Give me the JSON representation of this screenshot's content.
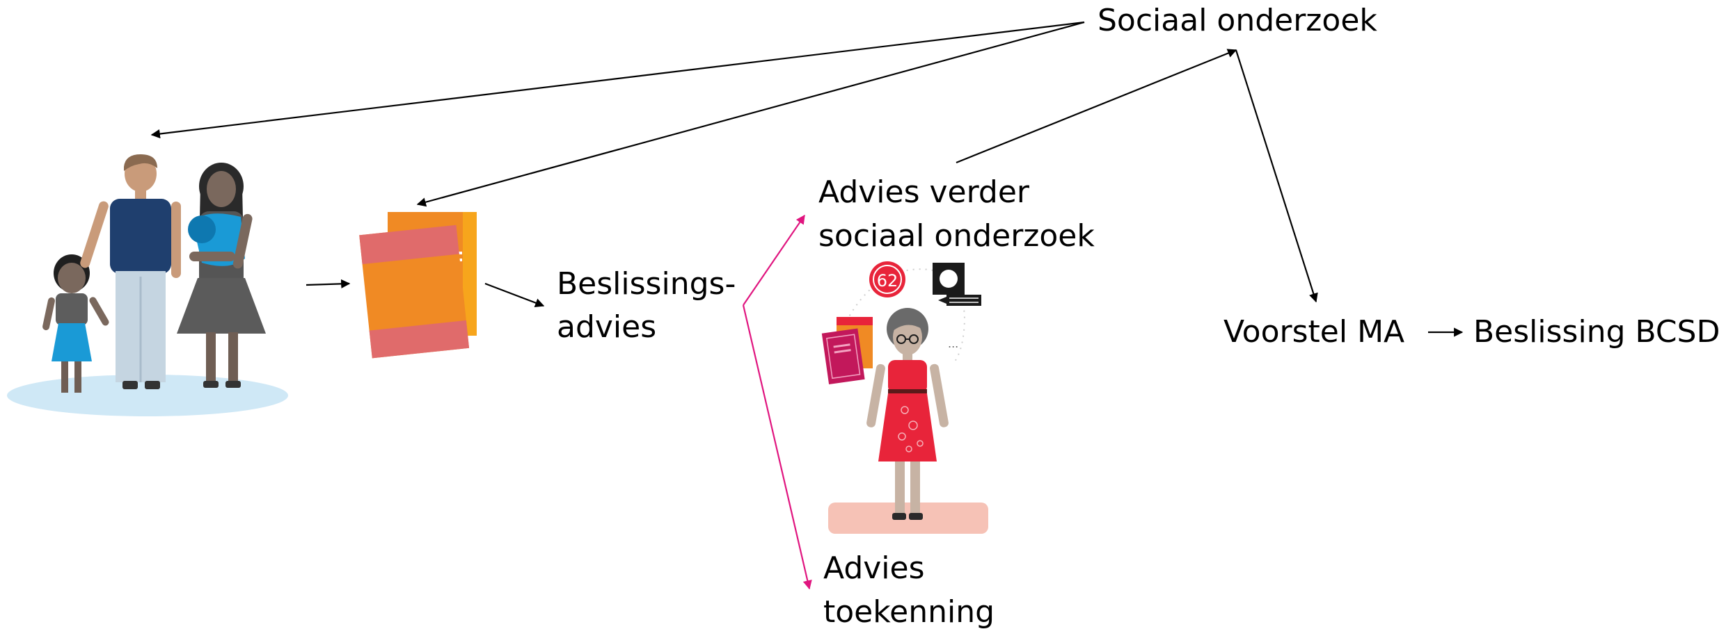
{
  "diagram": {
    "nodes": {
      "sociaal_onderzoek": "Sociaal onderzoek",
      "beslissingsadvies_line1": "Beslissings-",
      "beslissingsadvies_line2": "advies",
      "advies_verder_line1": "Advies verder",
      "advies_verder_line2": "sociaal onderzoek",
      "voorstel_ma": "Voorstel MA",
      "beslissing_bcsd": "Beslissing BCSD",
      "advies_toekenning_line1": "Advies",
      "advies_toekenning_line2": "toekenning"
    },
    "badge": {
      "number": "62",
      "ellipsis": "..."
    },
    "colors": {
      "arrow_black": "#000000",
      "arrow_magenta": "#e0157f",
      "family_ground": "#cfe8f6",
      "folder_orange": "#f08a24",
      "folder_pink": "#e06b6b",
      "dress_red": "#e8243a",
      "woman_ground": "#f6c2b6",
      "man_shirt": "#1f3f6e",
      "baby_blue": "#1a9ad6"
    },
    "icons": [
      "family-illustration",
      "document-folder-icon",
      "social-worker-illustration",
      "age-badge-icon",
      "id-photo-icon",
      "books-icon"
    ]
  }
}
